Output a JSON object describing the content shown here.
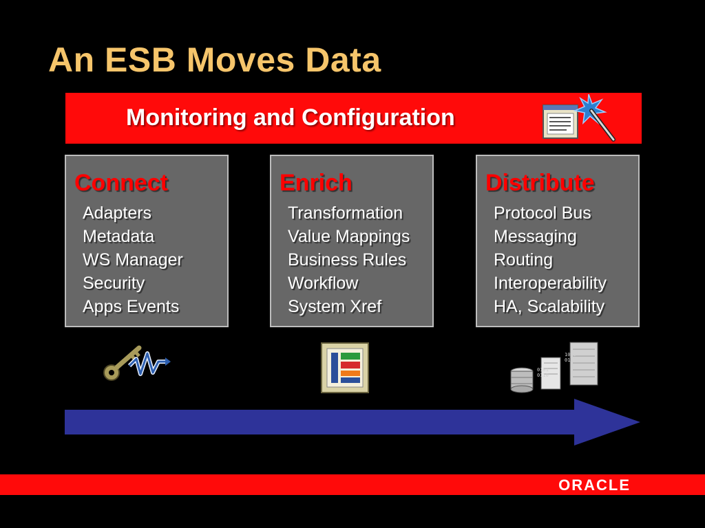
{
  "slide": {
    "title": "An ESB Moves Data"
  },
  "banner": {
    "label": "Monitoring and Configuration",
    "icon": "configuration-wand-icon"
  },
  "panels": [
    {
      "title": "Connect",
      "items": [
        "Adapters",
        "Metadata",
        "WS Manager",
        "Security",
        "Apps Events"
      ],
      "icon": "key-signal-icon"
    },
    {
      "title": "Enrich",
      "items": [
        "Transformation",
        "Value Mappings",
        "Business Rules",
        "Workflow",
        "System Xref"
      ],
      "icon": "chart-document-icon"
    },
    {
      "title": "Distribute",
      "items": [
        "Protocol Bus",
        "Messaging",
        "Routing",
        "Interoperability",
        "HA, Scalability"
      ],
      "icon": "database-servers-icon"
    }
  ],
  "flow_arrow": {
    "icon": "flow-arrow-icon",
    "color": "#2E3399"
  },
  "footer": {
    "brand": "ORACLE"
  },
  "colors": {
    "title": "#F6C56B",
    "banner": "#FF0A0A",
    "panel": "#676767",
    "panel_title": "#FF0000"
  }
}
